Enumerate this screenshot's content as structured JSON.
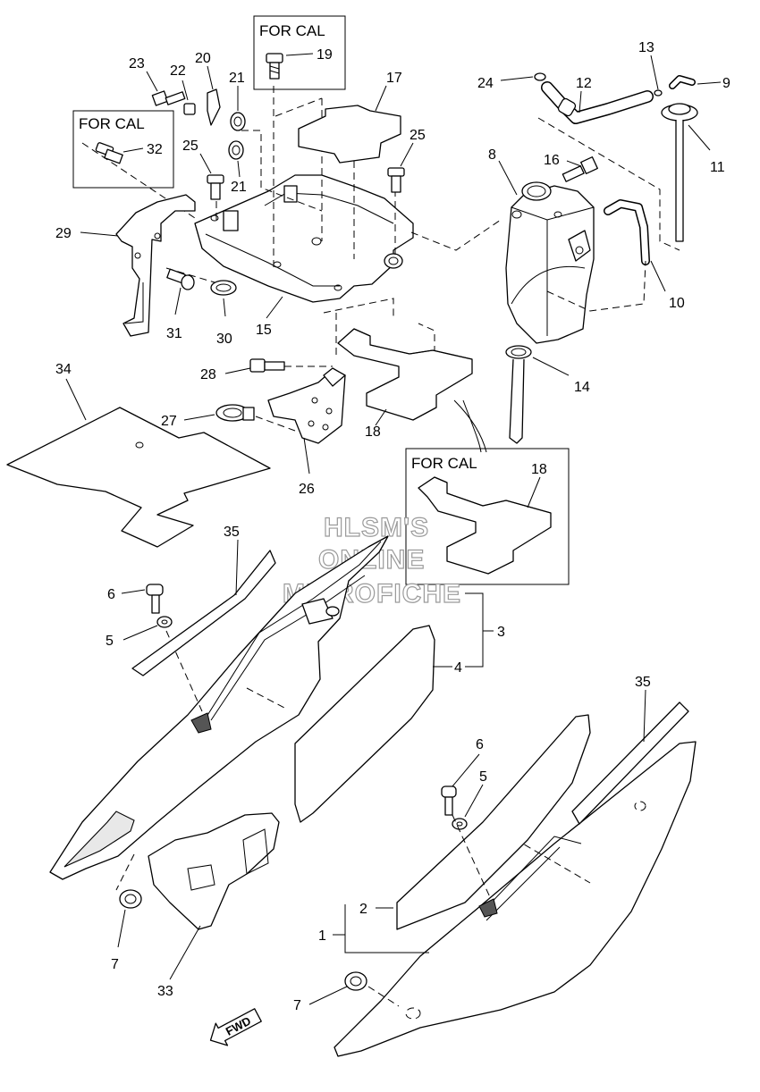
{
  "diagram": {
    "boxes": [
      {
        "id": "box-19",
        "label": "FOR CAL",
        "part": "19"
      },
      {
        "id": "box-32",
        "label": "FOR CAL",
        "part": "32"
      },
      {
        "id": "box-18",
        "label": "FOR CAL",
        "part": "18"
      }
    ],
    "callouts": [
      "1",
      "2",
      "3",
      "4",
      "5",
      "6",
      "7",
      "8",
      "9",
      "10",
      "11",
      "12",
      "13",
      "14",
      "15",
      "16",
      "17",
      "18",
      "19",
      "20",
      "21",
      "22",
      "23",
      "24",
      "25",
      "26",
      "27",
      "28",
      "29",
      "30",
      "31",
      "32",
      "33",
      "34",
      "35"
    ],
    "watermark": [
      "HLSM'S",
      "ONLINE",
      "MICROFICHE"
    ],
    "direction_badge": "FWD"
  }
}
